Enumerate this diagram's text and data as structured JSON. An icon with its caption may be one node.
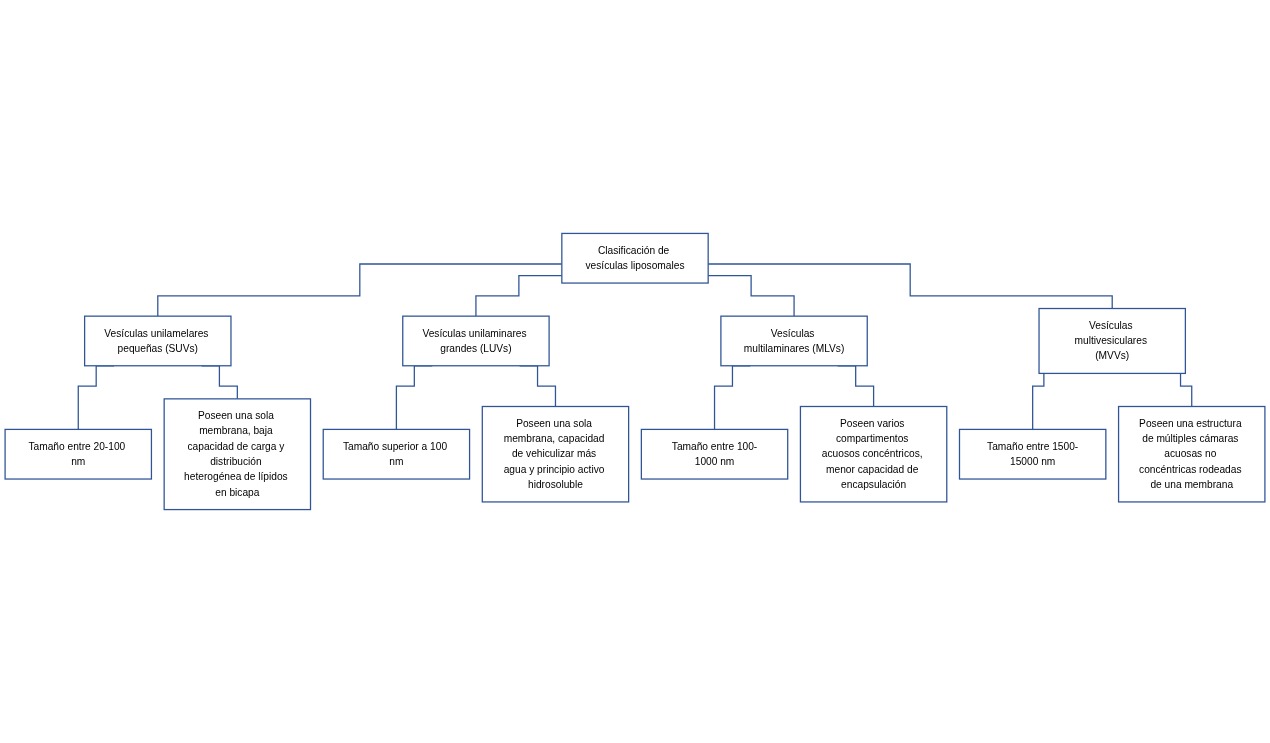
{
  "diagram": {
    "nodes": [
      {
        "text": [
          "Clasificación de vesículas liposomales"
        ]
      },
      {
        "text": [
          "Vesículas unilamelares pequeñas (SUVs)"
        ]
      },
      {
        "text": [
          "Vesículas unilaminares grandes (LUVs)"
        ]
      },
      {
        "text": [
          "Vesículas multilaminares (MLVs)"
        ]
      },
      {
        "text": [
          "Vesículas multivesiculares (MVVs)"
        ]
      },
      {
        "text": [
          "Tamaño entre 20-100 nm"
        ]
      },
      {
        "text": [
          "Poseen una sola membrana, baja capacidad de carga y distribución heterogénea de lípidos en bicapa"
        ]
      },
      {
        "text": [
          "Tamaño superior a 100 nm"
        ]
      },
      {
        "text": [
          "Poseen una sola membrana, capacidad de vehiculizar más agua y principio activo hidrosoluble"
        ]
      },
      {
        "text": [
          "Tamaño entre 100-1000 nm"
        ]
      },
      {
        "text": [
          "Poseen varios compartimentos acuosos concéntricos, menor capacidad de encapsulación"
        ]
      },
      {
        "text": [
          "Tamaño entre 1500-15000 nm"
        ]
      },
      {
        "text": [
          "Poseen una estructura de múltiples cámaras acuosas no concéntricas rodeadas de una membrana"
        ]
      }
    ],
    "edges": [
      {
        "from": 0,
        "to": 1,
        "arrow": "none"
      },
      {
        "from": 0,
        "to": 2,
        "arrow": "none"
      },
      {
        "from": 0,
        "to": 3,
        "arrow": "none"
      },
      {
        "from": 0,
        "to": 4,
        "arrow": "none"
      },
      {
        "from": 1,
        "to": 5,
        "arrow": "none"
      },
      {
        "from": 1,
        "to": 6,
        "arrow": "none"
      },
      {
        "from": 2,
        "to": 7,
        "arrow": "none"
      },
      {
        "from": 2,
        "to": 8,
        "arrow": "none"
      },
      {
        "from": 3,
        "to": 9,
        "arrow": "none"
      },
      {
        "from": 3,
        "to": 10,
        "arrow": "none"
      },
      {
        "from": 4,
        "to": 11,
        "arrow": "none"
      },
      {
        "from": 4,
        "to": 12,
        "arrow": "none"
      }
    ]
  }
}
